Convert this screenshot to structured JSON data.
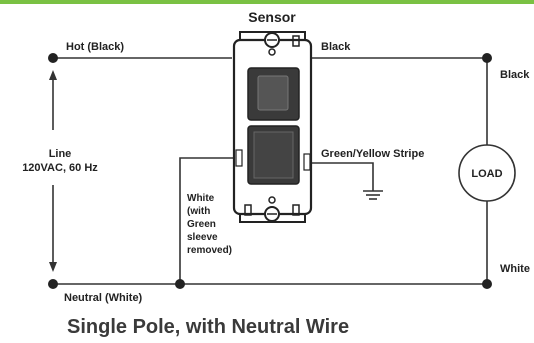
{
  "accent_color": "#7ac143",
  "labels": {
    "sensor": "Sensor",
    "hot": "Hot (Black)",
    "black_top": "Black",
    "black_right": "Black",
    "line_1": "Line",
    "line_2": "120VAC, 60 Hz",
    "ground": "Green/Yellow Stripe",
    "load": "LOAD",
    "white_sleeve": [
      "White",
      "(with",
      "Green",
      "sleeve",
      "removed)"
    ],
    "neutral": "Neutral (White)",
    "white_right": "White"
  },
  "title": "Single Pole, with Neutral Wire"
}
